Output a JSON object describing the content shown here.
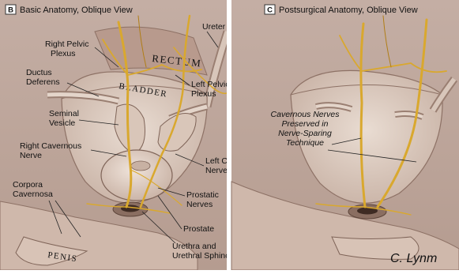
{
  "panel_b": {
    "badge": "B",
    "title": "Basic Anatomy, Oblique View",
    "organs": {
      "rectum": "RECTUM",
      "bladder": "BLADDER",
      "penis": "PENIS"
    },
    "labels": {
      "ureter": "Ureter",
      "right_pelvic_1": "Right Pelvic",
      "right_pelvic_2": "Plexus",
      "ductus_1": "Ductus",
      "ductus_2": "Deferens",
      "left_pelvic_1": "Left Pelvic",
      "left_pelvic_2": "Plexus",
      "seminal_1": "Seminal",
      "seminal_2": "Vesicle",
      "right_cav_1": "Right Cavernous",
      "right_cav_2": "Nerve",
      "left_cav_1": "Left Cavernous",
      "left_cav_2": "Nerve",
      "corpora_1": "Corpora",
      "corpora_2": "Cavernosa",
      "prostatic_1": "Prostatic",
      "prostatic_2": "Nerves",
      "prostate": "Prostate",
      "urethra_1": "Urethra and",
      "urethra_2": "Urethral Sphincter"
    }
  },
  "panel_c": {
    "badge": "C",
    "title": "Postsurgical Anatomy, Oblique View",
    "caption": [
      "Cavernous Nerves",
      "Preserved in",
      "Nerve-Sparing",
      "Technique"
    ],
    "signature": "C. Lynm"
  },
  "colors": {
    "background": "#c9b3a8",
    "tissue": "#ddcbbf",
    "tissue_dark": "#9d8173",
    "nerve": "#d9a82e",
    "badge_border": "#333333"
  }
}
